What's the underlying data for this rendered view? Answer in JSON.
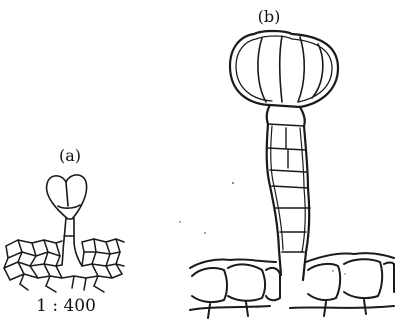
{
  "figure": {
    "panel_a": {
      "label": "(a)",
      "scale": "1 : 400"
    },
    "panel_b": {
      "label": "(b)"
    }
  }
}
